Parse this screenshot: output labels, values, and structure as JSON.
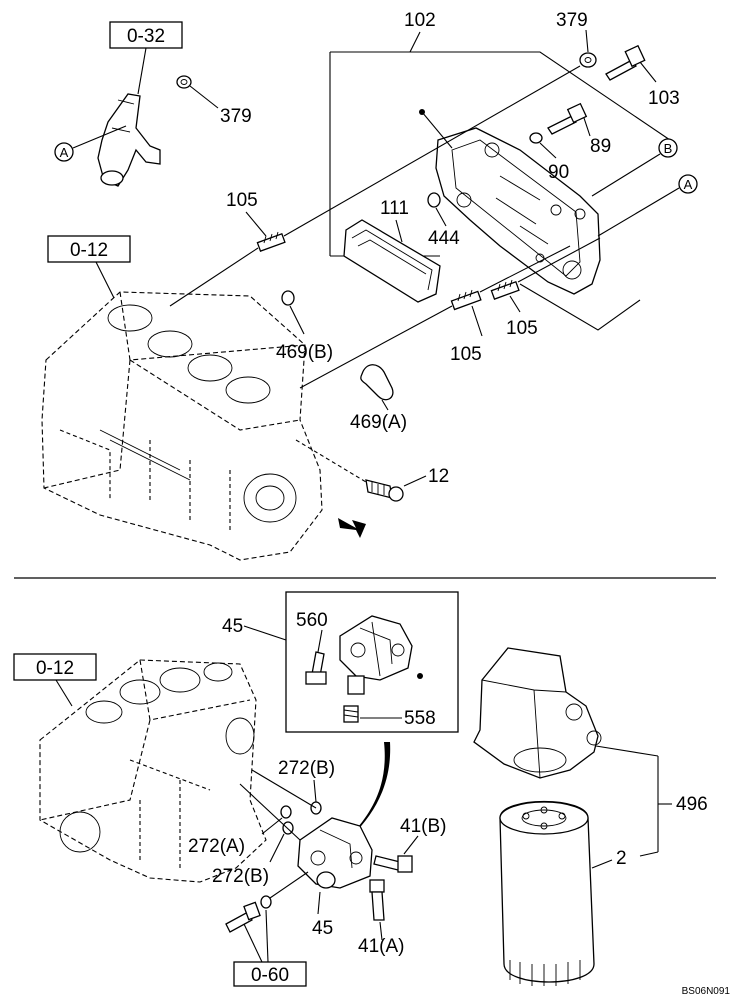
{
  "reference_boxes": {
    "top_thermostat": "0-32",
    "top_block": "0-12",
    "bottom_block": "0-12",
    "bottom_sensor": "0-60"
  },
  "circle_markers": {
    "a": "A",
    "b": "B",
    "a_left": "A"
  },
  "part_labels": {
    "p102": "102",
    "p379_top": "379",
    "p103": "103",
    "p379_left": "379",
    "p89": "89",
    "p90": "90",
    "p105_top": "105",
    "p111": "111",
    "p444": "444",
    "p105_right": "105",
    "p105_mid": "105",
    "p469b": "469(B)",
    "p469a": "469(A)",
    "p12": "12",
    "p45_top": "45",
    "p560": "560",
    "p558": "558",
    "p496": "496",
    "p272b_top": "272(B)",
    "p41b": "41(B)",
    "p272a": "272(A)",
    "p272b_low": "272(B)",
    "p2": "2",
    "p45_low": "45",
    "p41a": "41(A)"
  },
  "footer_code": "BS06N091"
}
